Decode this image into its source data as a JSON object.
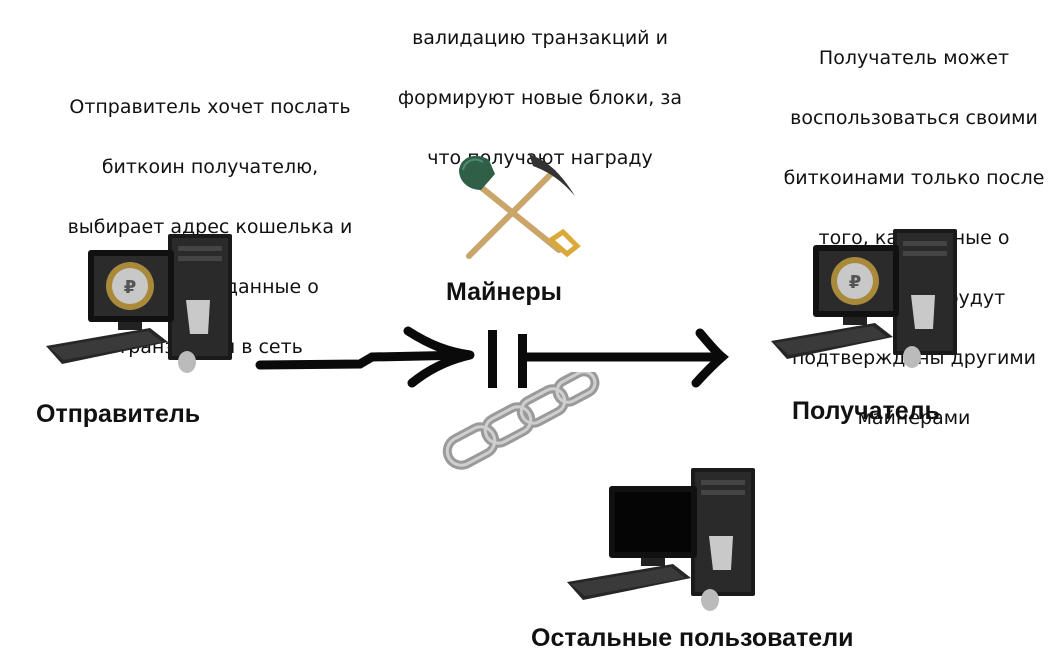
{
  "miners": {
    "description_lines": [
      "валидацию транзакций и",
      "формируют новые блоки, за",
      "что получают награду"
    ],
    "label": "Майнеры",
    "icon": "shovel-pickaxe-icon"
  },
  "sender": {
    "description_lines": [
      "Отправитель хочет послать",
      "биткоин получателю,",
      "выбирает адрес кошелька и",
      "направляет данные о",
      "транзакции в сеть"
    ],
    "label": "Отправитель",
    "icon": "bitcoin-computer-icon"
  },
  "receiver": {
    "description_lines": [
      "Получатель может",
      "воспользоваться своими",
      "биткоинами только после",
      "того, как данные о",
      "транзакции будут",
      "подтверждены другими",
      "майнерами"
    ],
    "label": "Получатель",
    "icon": "bitcoin-computer-icon"
  },
  "others": {
    "label": "Остальные пользователи",
    "icon": "computer-icon"
  },
  "blockchain": {
    "icon": "chain-icon"
  },
  "colors": {
    "text": "#111111",
    "arrow": "#0a0a0a",
    "chain": "#9a9a9a",
    "shovel_blade": "#2f5f47",
    "handle": "#d9a93a"
  }
}
